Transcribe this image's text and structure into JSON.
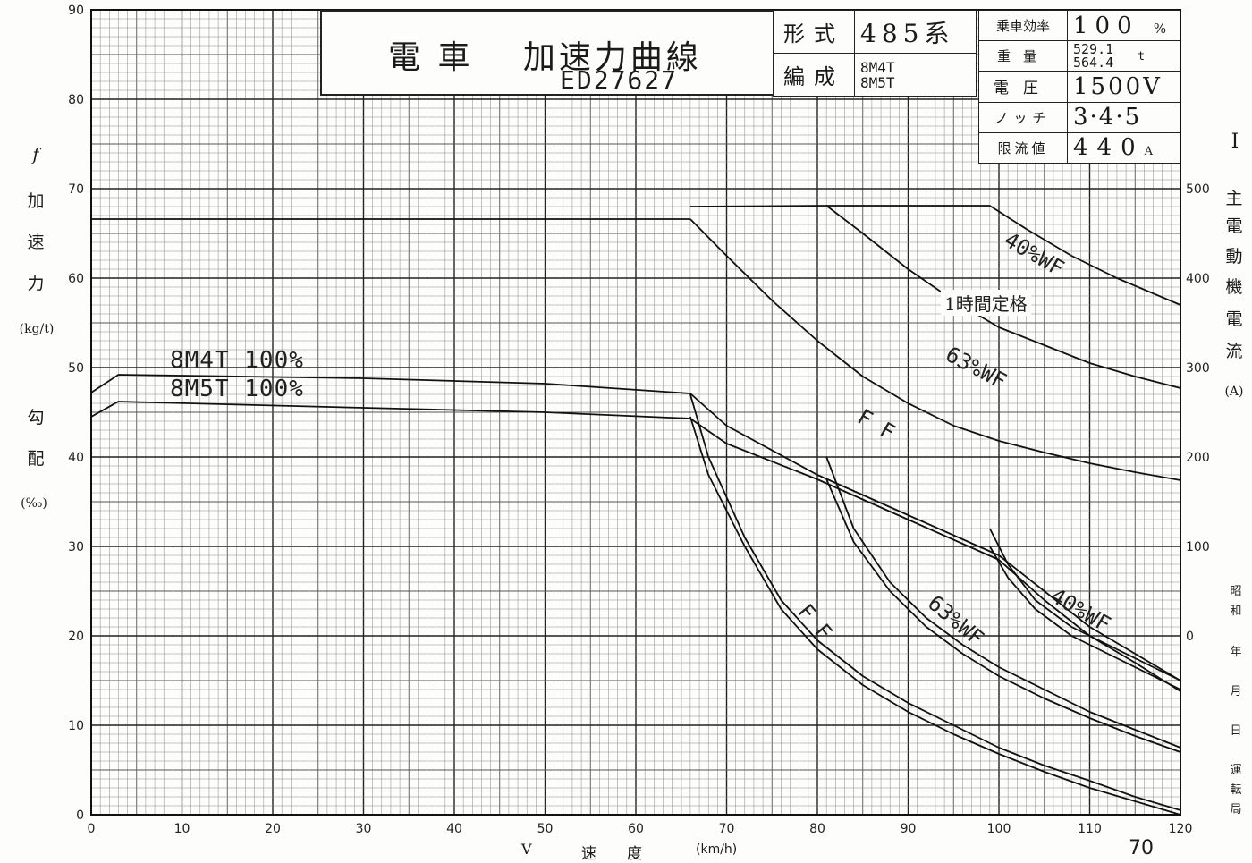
{
  "title_box": {
    "title": "電 車　 加速力曲線",
    "code": "ED27627"
  },
  "spec_table": {
    "rows": [
      {
        "label": "形式",
        "value": "485系"
      },
      {
        "label": "編成",
        "value": "8M4T\n8M5T"
      }
    ]
  },
  "cond_table": {
    "rows": [
      {
        "label": "乗車効率",
        "value": "100",
        "unit": "%"
      },
      {
        "label": "重量",
        "value": "529.1\n564.4",
        "unit": "t"
      },
      {
        "label": "電圧",
        "value": "1500V",
        "unit": ""
      },
      {
        "label": "ノッチ",
        "value": "3·4·5",
        "unit": ""
      },
      {
        "label": "限流値",
        "value": "440",
        "unit": "A"
      }
    ]
  },
  "left_axis": {
    "label_chars": [
      "f",
      "加",
      "速",
      "力"
    ],
    "unit": "(kg/t)",
    "label2_chars": [
      "勾",
      "配"
    ],
    "unit2": "(‰)"
  },
  "right_axis": {
    "roman": "I",
    "label_chars": [
      "主",
      "電",
      "動",
      "機",
      "電",
      "流"
    ],
    "unit": "(A)"
  },
  "footer": {
    "v_label": "V",
    "speed_label": "速　　度",
    "unit": "(km/h)",
    "page_number": "70",
    "side_chars": [
      "昭",
      "和",
      "年",
      "月",
      "日",
      "運",
      "転",
      "局"
    ]
  },
  "annotations": {
    "m4t": "8M4T 100%",
    "m5t": "8M5T 100%",
    "wf40_top": "40%WF",
    "rating": "1時間定格",
    "wf63_top": "63%WF",
    "ff_top": "F F",
    "ff_bottom": "F F",
    "wf63_bottom": "63%WF",
    "wf40_bottom": "40%WF"
  },
  "chart_data": {
    "type": "line",
    "xlabel": "V 速度 (km/h)",
    "ylabel": "f 加速力 (kg/t) / 勾配 (‰)",
    "y2label": "I 主電動機電流 (A)",
    "xlim": [
      0,
      120
    ],
    "ylim": [
      0,
      90
    ],
    "y2lim": [
      -200,
      700
    ],
    "xticks": [
      0,
      10,
      20,
      30,
      40,
      50,
      60,
      70,
      80,
      90,
      100,
      110,
      120
    ],
    "yticks": [
      0,
      10,
      20,
      30,
      40,
      50,
      60,
      70,
      80,
      90
    ],
    "y2ticks": [
      0,
      100,
      200,
      300,
      400,
      500
    ],
    "grid": true,
    "series": [
      {
        "name": "8M4T 100%",
        "axis": "left",
        "points": [
          [
            0,
            47.2
          ],
          [
            3,
            49.2
          ],
          [
            30,
            48.8
          ],
          [
            50,
            48.2
          ],
          [
            66,
            47.1
          ],
          [
            70,
            43.5
          ],
          [
            80,
            38
          ],
          [
            90,
            33.5
          ],
          [
            100,
            29
          ],
          [
            105,
            25
          ],
          [
            110,
            21
          ],
          [
            115,
            18
          ],
          [
            120,
            15
          ]
        ]
      },
      {
        "name": "8M5T 100%",
        "axis": "left",
        "points": [
          [
            0,
            44.5
          ],
          [
            3,
            46.2
          ],
          [
            30,
            45.5
          ],
          [
            50,
            45
          ],
          [
            66,
            44.3
          ],
          [
            70,
            41.5
          ],
          [
            80,
            37.5
          ],
          [
            90,
            33
          ],
          [
            100,
            28.5
          ],
          [
            105,
            24
          ],
          [
            110,
            20
          ],
          [
            115,
            17
          ],
          [
            120,
            13.8
          ]
        ]
      },
      {
        "name": "FF",
        "axis": "left",
        "points": [
          [
            66,
            47
          ],
          [
            68,
            40
          ],
          [
            72,
            31
          ],
          [
            76,
            24
          ],
          [
            80,
            19.5
          ],
          [
            85,
            15.5
          ],
          [
            90,
            12.5
          ],
          [
            95,
            10
          ],
          [
            100,
            7.5
          ],
          [
            105,
            5.5
          ],
          [
            110,
            3.8
          ],
          [
            115,
            2
          ],
          [
            120,
            0.5
          ]
        ]
      },
      {
        "name": "FF",
        "axis": "left",
        "points": [
          [
            66,
            44.5
          ],
          [
            68,
            38
          ],
          [
            72,
            30
          ],
          [
            76,
            23
          ],
          [
            80,
            18.5
          ],
          [
            85,
            14.5
          ],
          [
            90,
            11.5
          ],
          [
            95,
            9
          ],
          [
            100,
            6.8
          ],
          [
            105,
            4.8
          ],
          [
            110,
            3
          ],
          [
            115,
            1.5
          ],
          [
            120,
            0
          ]
        ]
      },
      {
        "name": "63%WF",
        "axis": "left",
        "points": [
          [
            81,
            40
          ],
          [
            84,
            32
          ],
          [
            88,
            26
          ],
          [
            92,
            22
          ],
          [
            96,
            19
          ],
          [
            100,
            16.5
          ],
          [
            105,
            14
          ],
          [
            110,
            11.5
          ],
          [
            115,
            9.5
          ],
          [
            120,
            7.5
          ]
        ]
      },
      {
        "name": "63%WF",
        "axis": "left",
        "points": [
          [
            81,
            37.5
          ],
          [
            84,
            30.5
          ],
          [
            88,
            25
          ],
          [
            92,
            21
          ],
          [
            96,
            18
          ],
          [
            100,
            15.5
          ],
          [
            105,
            13
          ],
          [
            110,
            10.8
          ],
          [
            115,
            8.8
          ],
          [
            120,
            7
          ]
        ]
      },
      {
        "name": "FF",
        "axis": "right",
        "points": [
          [
            66,
            466
          ],
          [
            70,
            425
          ],
          [
            75,
            375
          ],
          [
            80,
            330
          ],
          [
            85,
            290
          ],
          [
            90,
            260
          ],
          [
            95,
            235
          ],
          [
            100,
            218
          ],
          [
            105,
            205
          ],
          [
            110,
            193
          ],
          [
            115,
            183
          ],
          [
            120,
            174
          ]
        ]
      },
      {
        "name": "63%WF",
        "axis": "right",
        "points": [
          [
            81,
            481
          ],
          [
            85,
            450
          ],
          [
            90,
            410
          ],
          [
            95,
            375
          ],
          [
            100,
            345
          ],
          [
            105,
            325
          ],
          [
            110,
            305
          ],
          [
            115,
            290
          ],
          [
            120,
            277
          ]
        ]
      },
      {
        "name": "40%WF",
        "axis": "right",
        "points": [
          [
            99,
            481
          ],
          [
            103,
            455
          ],
          [
            108,
            425
          ],
          [
            113,
            400
          ],
          [
            120,
            370
          ]
        ]
      },
      {
        "name": "40%WF",
        "axis": "right",
        "points": [
          [
            66,
            480
          ],
          [
            81,
            481
          ],
          [
            99,
            481
          ]
        ]
      },
      {
        "name": "40%WF",
        "axis": "left",
        "points": [
          [
            99,
            32
          ],
          [
            101,
            28
          ],
          [
            104,
            24
          ],
          [
            108,
            21
          ],
          [
            112,
            19
          ],
          [
            116,
            17
          ],
          [
            120,
            15
          ]
        ]
      },
      {
        "name": "40%WF",
        "axis": "left",
        "points": [
          [
            99,
            30
          ],
          [
            101,
            26.5
          ],
          [
            104,
            23
          ],
          [
            108,
            20
          ],
          [
            112,
            18
          ],
          [
            116,
            16
          ],
          [
            120,
            14
          ]
        ]
      }
    ],
    "levels": [
      {
        "name": "",
        "axis": "right",
        "value": 466,
        "from": 0,
        "to": 66
      }
    ]
  }
}
